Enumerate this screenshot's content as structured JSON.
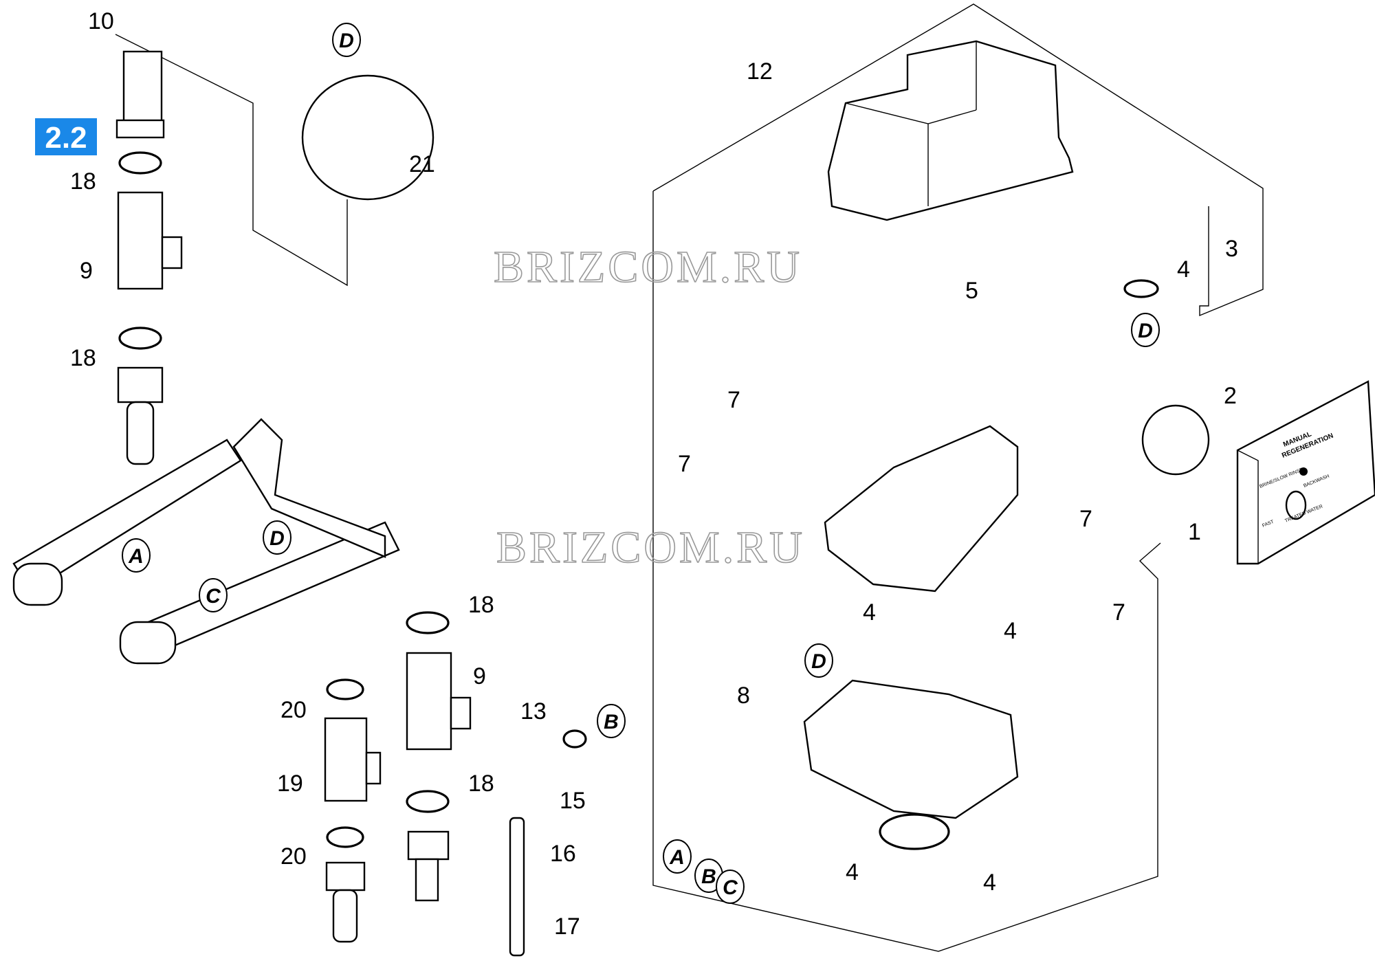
{
  "callouts": [
    "10",
    "18",
    "9",
    "18",
    "21",
    "12",
    "3",
    "4",
    "5",
    "7",
    "7",
    "2",
    "1",
    "7",
    "7",
    "4",
    "4",
    "8",
    "18",
    "9",
    "20",
    "13",
    "18",
    "19",
    "15",
    "20",
    "16",
    "17",
    "4",
    "4"
  ],
  "letter_markers": [
    "D",
    "D",
    "D",
    "D",
    "A",
    "C",
    "B",
    "A",
    "B",
    "C"
  ],
  "highlight_label": {
    "text": "2.2",
    "color": "#1a88e8"
  },
  "watermark": [
    "BRIZCOM.RU",
    "BRIZCOM.RU"
  ],
  "control_panel": {
    "title_line1": "MANUAL",
    "title_line2": "REGENERATION",
    "positions": [
      "BRINE/SLOW RINSE",
      "BACKWASH",
      "TREATED WATER",
      "FAST"
    ]
  }
}
